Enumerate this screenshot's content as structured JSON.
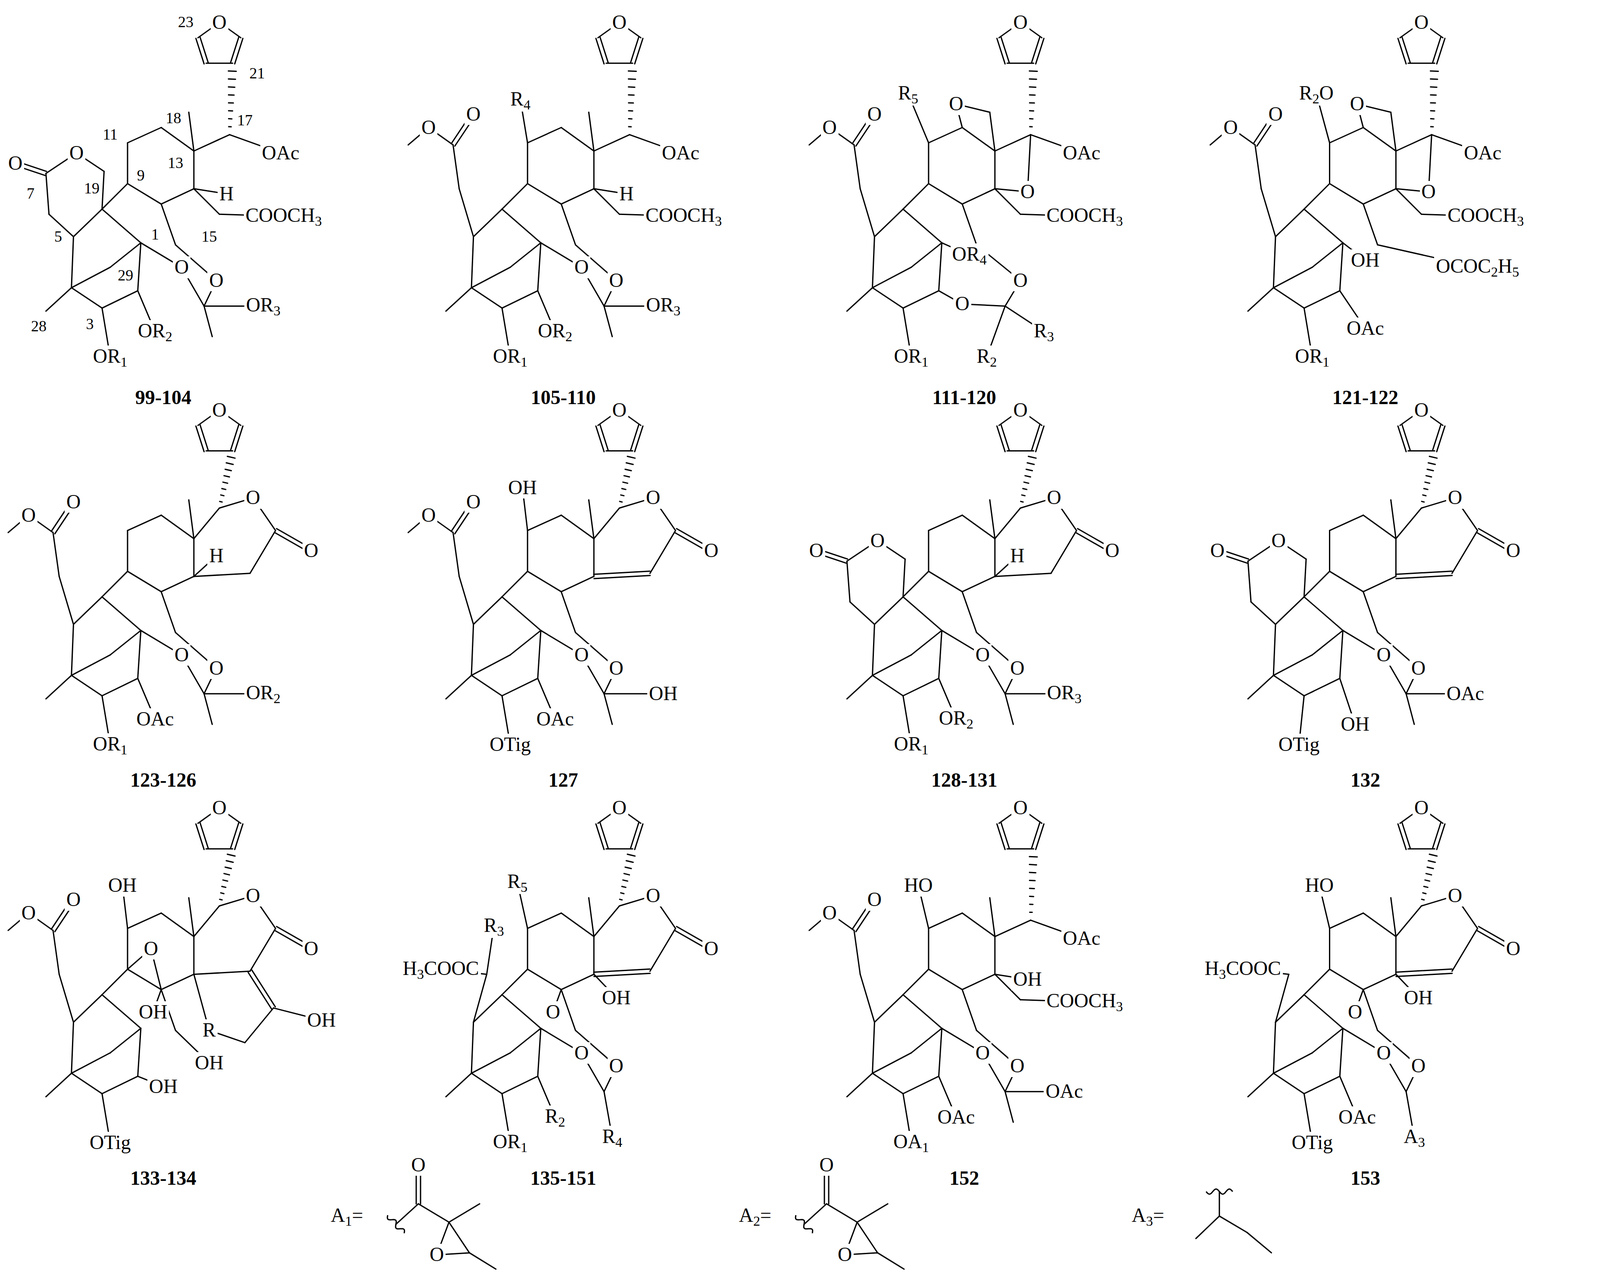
{
  "diagram": {
    "labels": [
      "O",
      "23",
      "21",
      "18",
      "17",
      "13",
      "11",
      "OAc",
      "O",
      "19",
      "9",
      "H",
      "COOCH3",
      "O",
      "15",
      "7",
      "5",
      "1",
      "O",
      "O",
      "29",
      "3",
      "28",
      "OR3",
      "OR2",
      "OR1",
      "99-104",
      "O",
      "R4",
      "O",
      "O",
      "OAc",
      "H",
      "COOCH3",
      "O",
      "O",
      "OR3",
      "OR2",
      "OR1",
      "105-110",
      "O",
      "R5",
      "O",
      "O",
      "O",
      "OAc",
      "O",
      "COOCH3",
      "OR4",
      "O",
      "O",
      "R3",
      "OR1",
      "R2",
      "111-120",
      "O",
      "R2O",
      "O",
      "O",
      "O",
      "OAc",
      "O",
      "COOCH3",
      "OH",
      "OCOC2H5",
      "OAc",
      "OR1",
      "121-122",
      "O",
      "O",
      "O",
      "O",
      "H",
      "O",
      "O",
      "O",
      "OR2",
      "OAc",
      "OR1",
      "123-126",
      "O",
      "OH",
      "O",
      "O",
      "O",
      "O",
      "O",
      "O",
      "OH",
      "OAc",
      "OTig",
      "127",
      "O",
      "O",
      "O",
      "O",
      "H",
      "O",
      "O",
      "O",
      "OR3",
      "OR2",
      "OR1",
      "128-131",
      "O",
      "O",
      "O",
      "O",
      "O",
      "O",
      "O",
      "OAc",
      "OTig",
      "OH",
      "132",
      "O",
      "OH",
      "O",
      "O",
      "O",
      "O",
      "O",
      "OH",
      "R",
      "OH",
      "OH",
      "OH",
      "OTig",
      "133-134",
      "O",
      "R5",
      "R3",
      "O",
      "H3COOC",
      "O",
      "O",
      "OH",
      "O",
      "O",
      "R2",
      "OR1",
      "R4",
      "135-151",
      "O",
      "HO",
      "O",
      "O",
      "OAc",
      "OH",
      "COOCH3",
      "O",
      "O",
      "OAc",
      "OAc",
      "OA1",
      "152",
      "O",
      "HO",
      "O",
      "H3COOC",
      "O",
      "O",
      "OH",
      "O",
      "O",
      "OAc",
      "OTig",
      "A3",
      "153",
      "A1=",
      "O",
      "O",
      "A2=",
      "O",
      "O",
      "A3="
    ]
  }
}
